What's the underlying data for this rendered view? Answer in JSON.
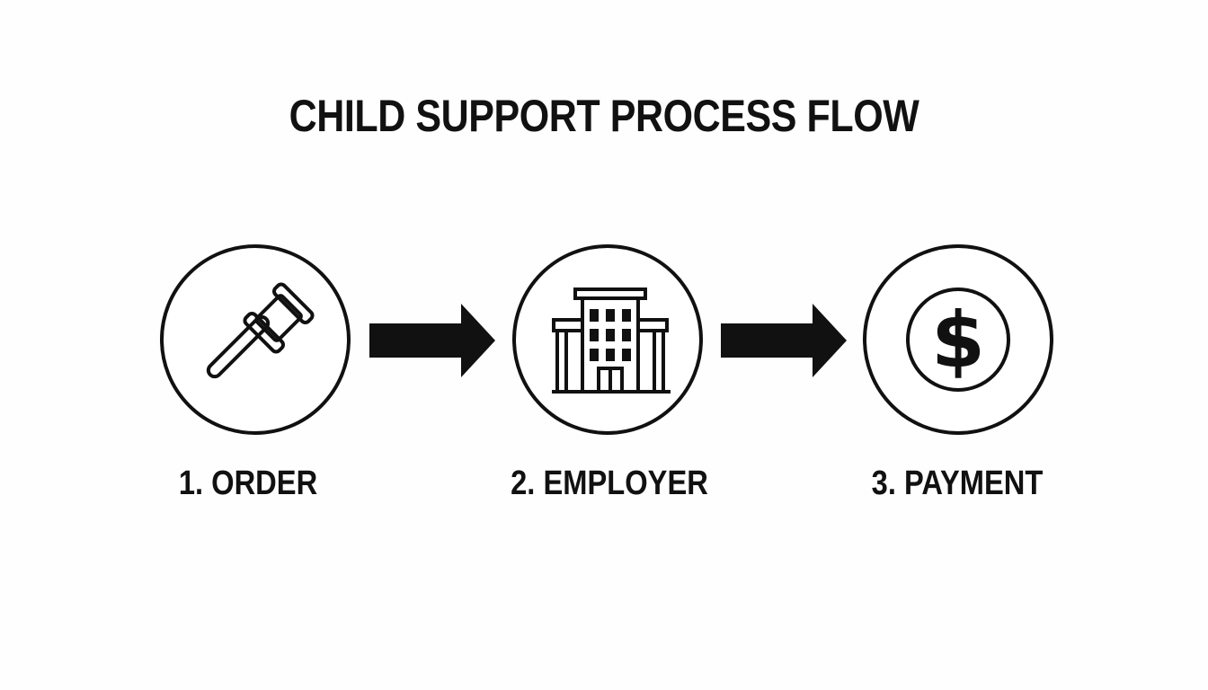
{
  "title": "CHILD SUPPORT PROCESS FLOW",
  "steps": [
    {
      "label": "1. ORDER",
      "icon": "gavel-icon"
    },
    {
      "label": "2. EMPLOYER",
      "icon": "building-icon"
    },
    {
      "label": "3. PAYMENT",
      "icon": "dollar-icon"
    }
  ],
  "icon_glyphs": {
    "dollar": "$"
  },
  "colors": {
    "ink": "#111111",
    "background": "#fefefe"
  }
}
